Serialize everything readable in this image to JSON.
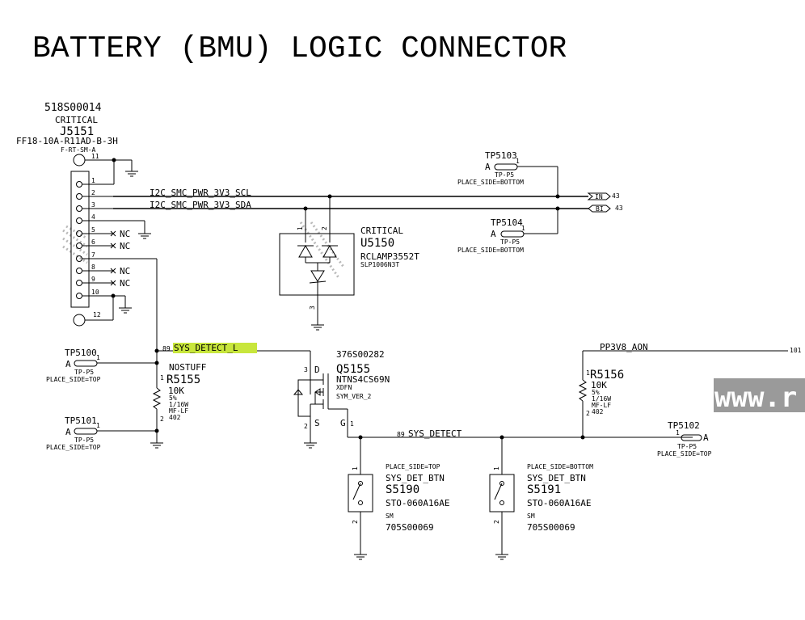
{
  "title": "BATTERY (BMU) LOGIC CONNECTOR",
  "watermark": "www.r",
  "colors": {
    "highlight": "#c8e63c",
    "watermark_bg": "#9a9a9a"
  },
  "connector": {
    "part": "518S00014",
    "critical": "CRITICAL",
    "ref": "J5151",
    "model": "FF18-10A-R11AD-B-3H",
    "package": "F-RT-SM-A",
    "pins": [
      "11",
      "1",
      "2",
      "3",
      "4",
      "5",
      "6",
      "7",
      "8",
      "9",
      "10",
      "12"
    ],
    "nc": [
      "NC",
      "NC",
      "NC",
      "NC"
    ]
  },
  "nets": {
    "scl": "I2C_SMC_PWR_3V3_SCL",
    "sda": "I2C_SMC_PWR_3V3_SDA",
    "sys_detect_l": "SYS_DETECT_L",
    "sys_detect": "SYS_DETECT",
    "pp3v8": "PP3V8_AON",
    "page89a": "89",
    "page89b": "89",
    "page101": "101",
    "page43a": "43",
    "page43b": "43",
    "flag_in": "IN",
    "flag_bi": "BI"
  },
  "tp5103": {
    "ref": "TP5103",
    "a": "A",
    "pin": "1",
    "type": "TP-P5",
    "side": "PLACE_SIDE=BOTTOM"
  },
  "tp5104": {
    "ref": "TP5104",
    "a": "A",
    "pin": "1",
    "type": "TP-P5",
    "side": "PLACE_SIDE=BOTTOM"
  },
  "tp5100": {
    "ref": "TP5100",
    "a": "A",
    "pin": "1",
    "type": "TP-P5",
    "side": "PLACE_SIDE=TOP"
  },
  "tp5101": {
    "ref": "TP5101",
    "a": "A",
    "pin": "1",
    "type": "TP-P5",
    "side": "PLACE_SIDE=TOP"
  },
  "tp5102": {
    "ref": "TP5102",
    "a": "A",
    "pin": "1",
    "type": "TP-P5",
    "side": "PLACE_SIDE=TOP"
  },
  "u5150": {
    "critical": "CRITICAL",
    "ref": "U5150",
    "model": "RCLAMP3552T",
    "package": "SLP1006N3T",
    "pin1": "1",
    "pin2": "2",
    "pin3": "3"
  },
  "r5155": {
    "nostuff": "NOSTUFF",
    "ref": "R5155",
    "value": "10K",
    "tol": "5%",
    "power": "1/16W",
    "type": "MF-LF",
    "size": "402",
    "pin1": "1",
    "pin2": "2"
  },
  "r5156": {
    "ref": "R5156",
    "value": "10K",
    "tol": "5%",
    "power": "1/16W",
    "type": "MF-LF",
    "size": "402",
    "pin1": "1",
    "pin2": "2"
  },
  "q5155": {
    "part": "376S00282",
    "ref": "Q5155",
    "model": "NTNS4CS69N",
    "package": "XDFN",
    "sym": "SYM_VER_2",
    "d": "D",
    "g": "G",
    "s": "S",
    "pin3": "3",
    "pin2": "2",
    "pin1": "1"
  },
  "s5190": {
    "side": "PLACE_SIDE=TOP",
    "name": "SYS_DET_BTN",
    "ref": "S5190",
    "model": "STO-060A16AE",
    "pkg": "SM",
    "part": "705S00069",
    "pin1": "1",
    "pin2": "2"
  },
  "s5191": {
    "side": "PLACE_SIDE=BOTTOM",
    "name": "SYS_DET_BTN",
    "ref": "S5191",
    "model": "STO-060A16AE",
    "pkg": "SM",
    "part": "705S00069",
    "pin1": "1",
    "pin2": "2"
  }
}
